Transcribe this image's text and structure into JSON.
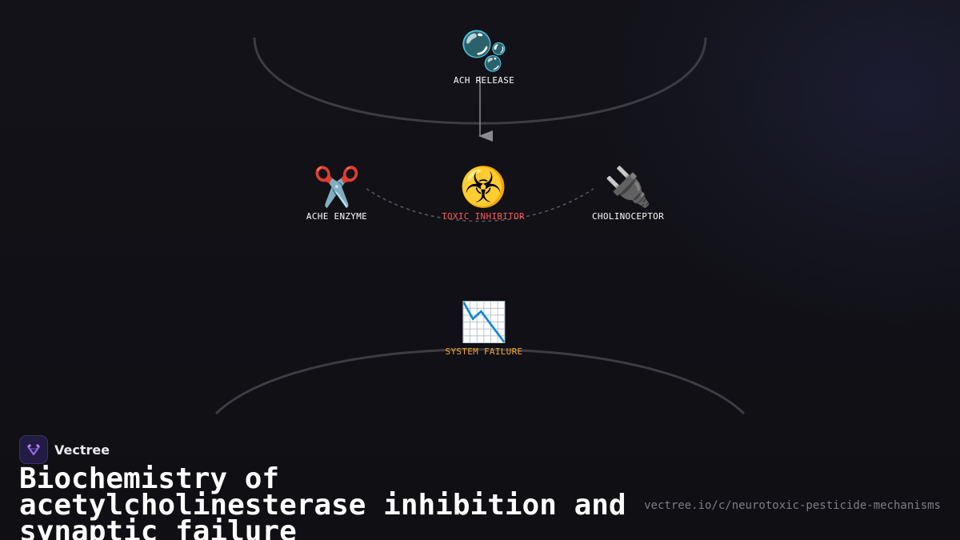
{
  "colors": {
    "background": "#111116",
    "label_default": "#ffffff",
    "label_inhibitor": "#ff5a5a",
    "label_failure": "#f0a030",
    "membrane": "#3c3c42",
    "connector": "#8a8a90"
  },
  "nodes": {
    "ach_release": {
      "icon": "bubbles-icon",
      "emoji": "🫧",
      "label": "ACH RELEASE"
    },
    "ache_enzyme": {
      "icon": "scissors-icon",
      "emoji": "✂️",
      "label": "ACHE ENZYME"
    },
    "toxic_inhibitor": {
      "icon": "biohazard-icon",
      "emoji": "☣️",
      "label": "TOXIC INHIBITOR"
    },
    "cholinoceptor": {
      "icon": "plug-icon",
      "emoji": "🔌",
      "label": "CHOLINOCEPTOR"
    },
    "system_failure": {
      "icon": "chart-decreasing-icon",
      "emoji": "📉",
      "label": "SYSTEM FAILURE"
    }
  },
  "footer": {
    "brand_name": "Vectree",
    "title": "Biochemistry of acetylcholinesterase inhibition and synaptic failure",
    "url": "vectree.io/c/neurotoxic-pesticide-mechanisms"
  }
}
